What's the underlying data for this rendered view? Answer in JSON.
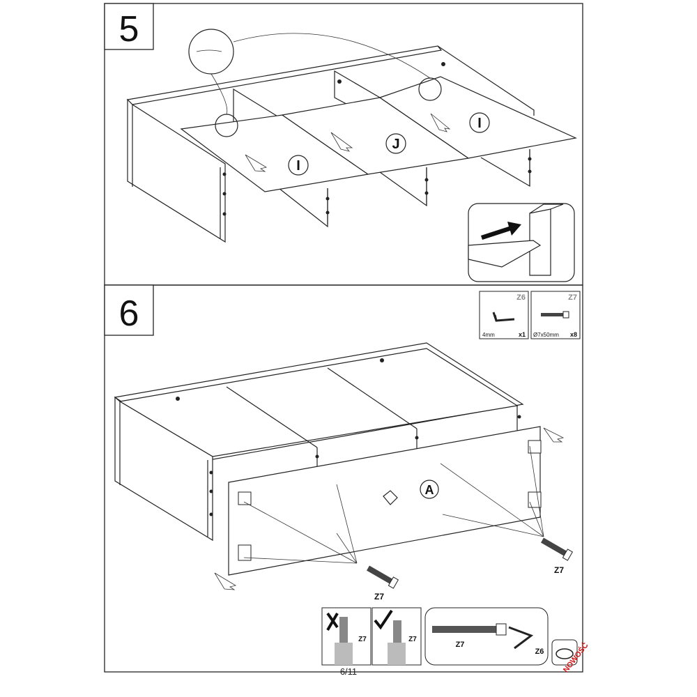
{
  "steps": [
    {
      "number": "5",
      "part_labels": [
        "I",
        "J",
        "I"
      ]
    },
    {
      "number": "6",
      "part_label": "A",
      "hardware": [
        {
          "code": "Z6",
          "size": "4mm",
          "qty": "x1",
          "icon": "hex-key-icon"
        },
        {
          "code": "Z7",
          "size": "Ø7x50mm",
          "qty": "x8",
          "icon": "confirmat-screw-icon"
        }
      ],
      "screw_labels": [
        "Z7",
        "Z7"
      ],
      "detail_labels": {
        "wrong": "Z7",
        "right": "Z7",
        "tool_screw": "Z7",
        "tool_key": "Z6"
      }
    }
  ],
  "footer": {
    "page": "6/11",
    "stamp": "NOWOŚĆ"
  }
}
